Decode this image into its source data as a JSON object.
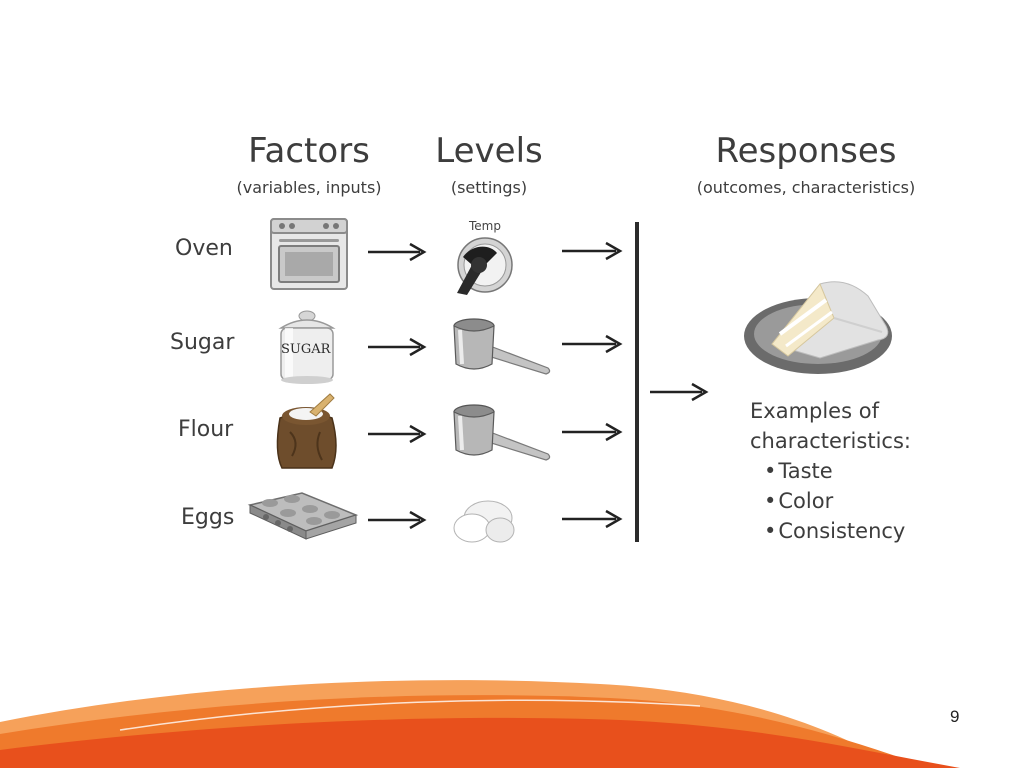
{
  "headers": {
    "factors": {
      "title": "Factors",
      "subtitle": "(variables, inputs)"
    },
    "levels": {
      "title": "Levels",
      "subtitle": "(settings)"
    },
    "responses": {
      "title": "Responses",
      "subtitle": "(outcomes, characteristics)"
    }
  },
  "factors": [
    {
      "label": "Oven",
      "icon": "oven-icon",
      "level_icon": "temperature-dial-icon"
    },
    {
      "label": "Sugar",
      "icon": "sugar-canister-icon",
      "level_icon": "measuring-cup-icon"
    },
    {
      "label": "Flour",
      "icon": "flour-sack-icon",
      "level_icon": "measuring-cup-icon"
    },
    {
      "label": "Eggs",
      "icon": "egg-carton-icon",
      "level_icon": "eggs-icon"
    }
  ],
  "dial_label": "Temp",
  "sugar_label": "SUGAR",
  "response": {
    "icon": "cake-slice-icon",
    "examples_heading": "Examples of characteristics:",
    "examples": [
      "Taste",
      "Color",
      "Consistency"
    ]
  },
  "colors": {
    "wave_orange": "#e8501c",
    "wave_light": "#f6a15a",
    "text": "#3d3d3d"
  },
  "page_number": "9"
}
